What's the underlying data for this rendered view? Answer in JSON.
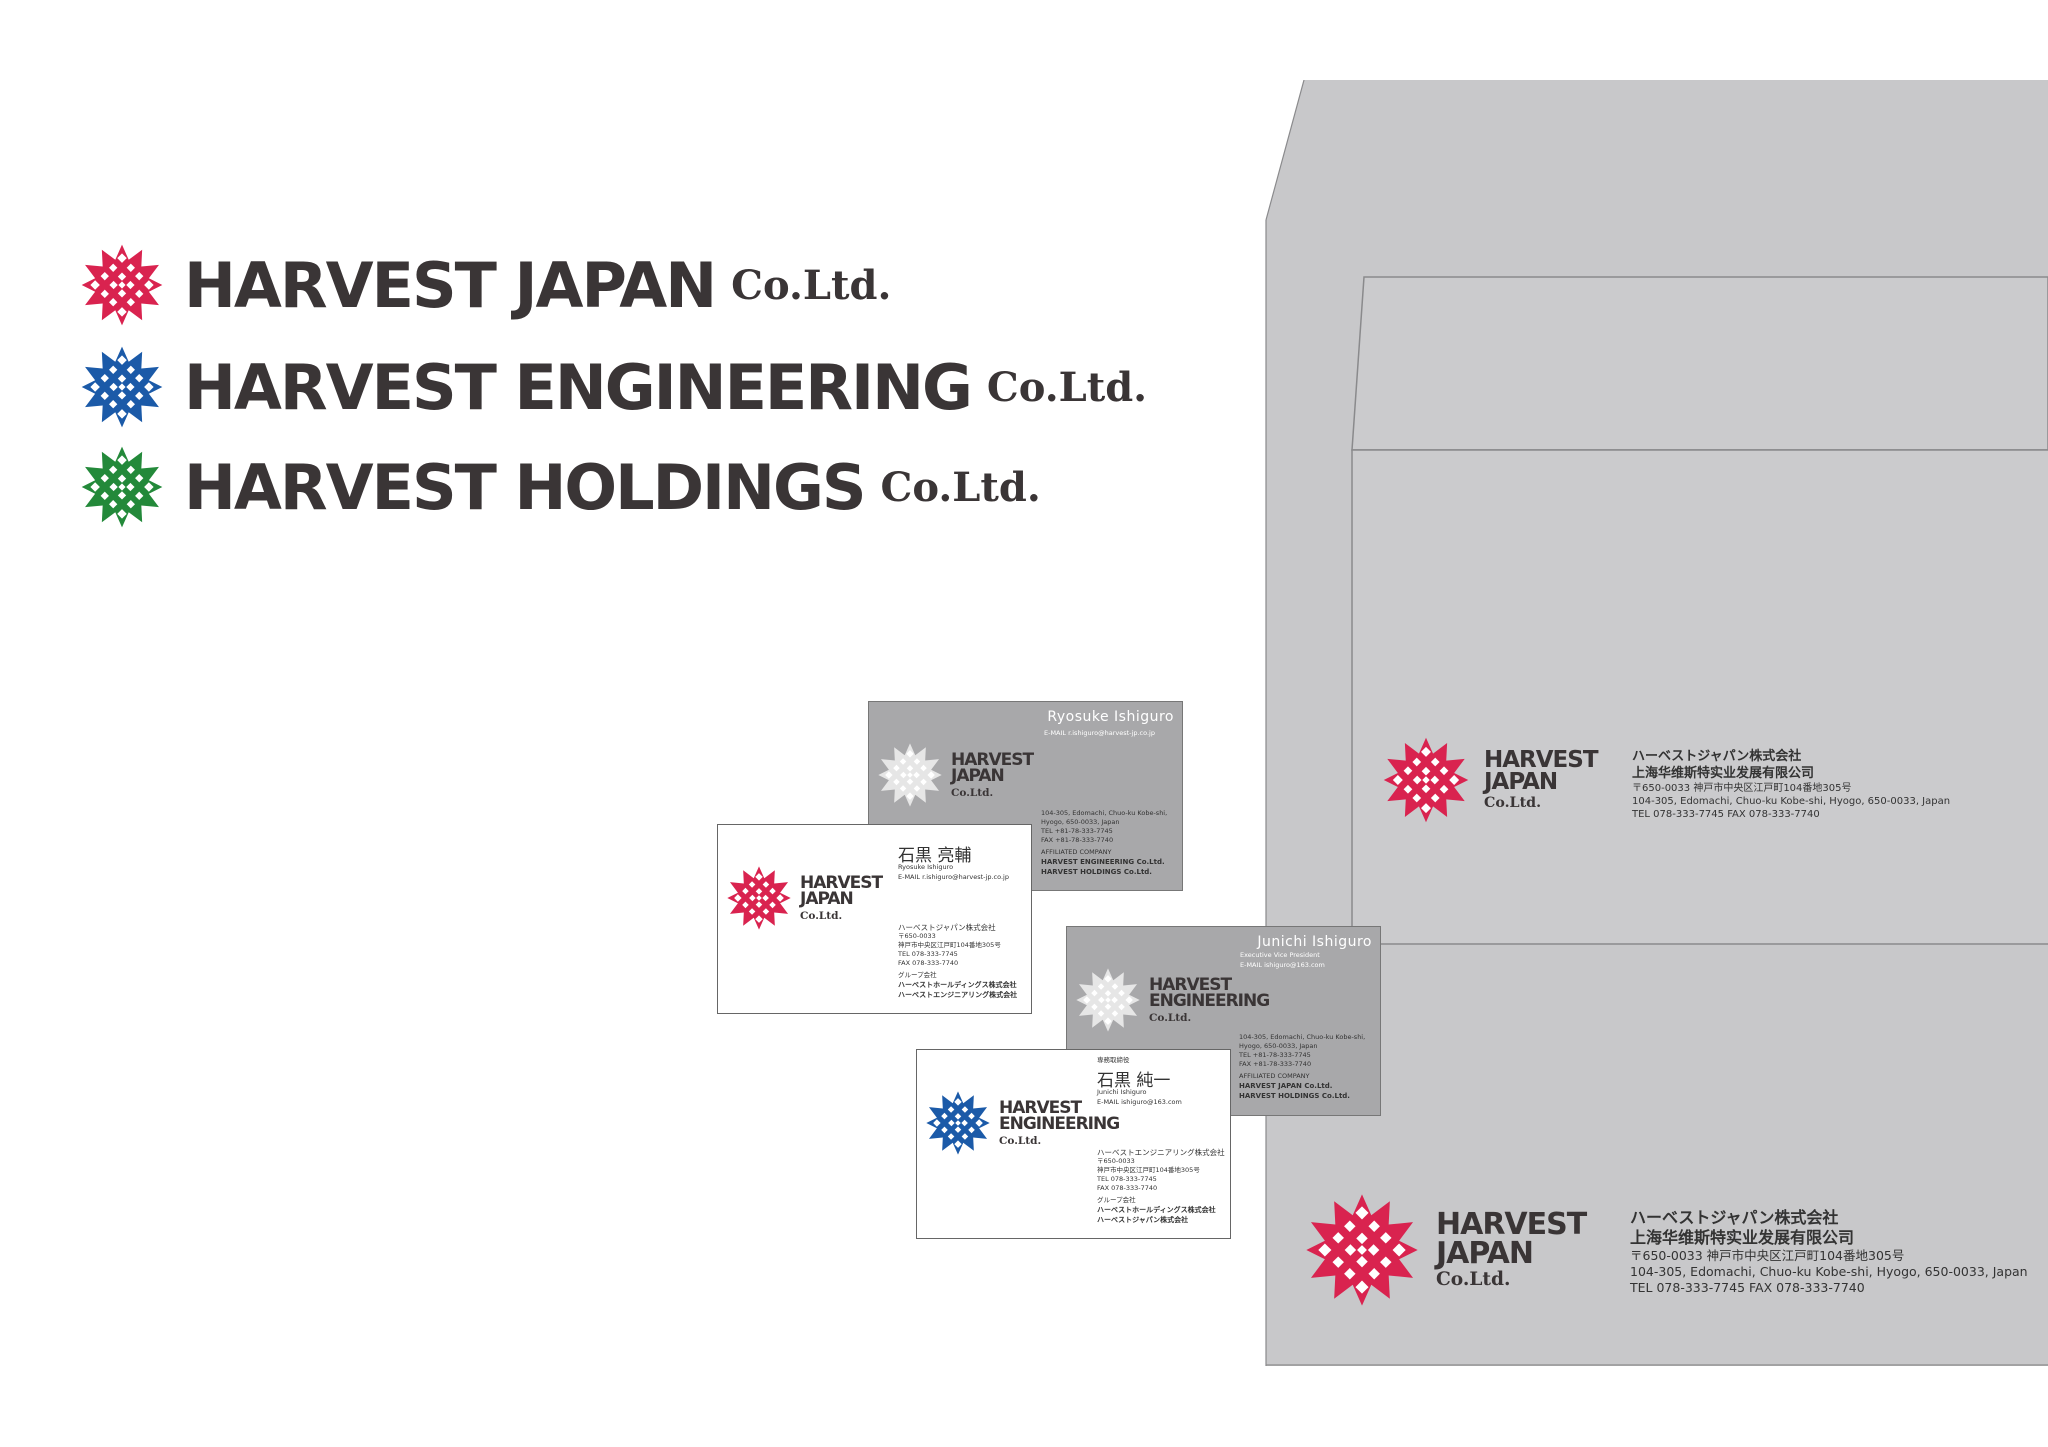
{
  "colors": {
    "red": "#d9234f",
    "blue": "#1b5aa8",
    "green": "#23893a",
    "gray_logo": "#e6e6e6",
    "envelope": "#c8c8ca",
    "card_gray": "#a8a8aa",
    "text": "#3a3536"
  },
  "logos": [
    {
      "icon": "harvest-flower-red-icon",
      "name": "HARVEST JAPAN",
      "suffix": "Co.Ltd."
    },
    {
      "icon": "harvest-flower-blue-icon",
      "name": "HARVEST ENGINEERING",
      "suffix": "Co.Ltd."
    },
    {
      "icon": "harvest-flower-green-icon",
      "name": "HARVEST HOLDINGS",
      "suffix": "Co.Ltd."
    }
  ],
  "envelope": {
    "window_logo": {
      "line1": "HARVEST",
      "line2": "JAPAN",
      "line3": "Co.Ltd."
    },
    "window_address": {
      "jp1": "ハーベストジャパン株式会社",
      "cn1": "上海华维斯特实业发展有限公司",
      "addr_jp": "〒650-0033  神戸市中央区江戸町104番地305号",
      "addr_en": "104-305, Edomachi, Chuo-ku Kobe-shi, Hyogo, 650-0033, Japan",
      "tel": "TEL  078-333-7745    FAX  078-333-7740"
    },
    "front_logo": {
      "line1": "HARVEST",
      "line2": "JAPAN",
      "line3": "Co.Ltd."
    },
    "front_address": {
      "jp1": "ハーベストジャパン株式会社",
      "cn1": "上海华维斯特实业发展有限公司",
      "addr_jp": "〒650-0033  神戸市中央区江戸町104番地305号",
      "addr_en": "104-305, Edomachi, Chuo-ku Kobe-shi, Hyogo, 650-0033, Japan",
      "tel": "TEL  078-333-7745    FAX  078-333-7740"
    }
  },
  "card1_back": {
    "name": "Ryosuke Ishiguro",
    "email": "E-MAIL  r.ishiguro@harvest-jp.co.jp",
    "logo": {
      "line1": "HARVEST",
      "line2": "JAPAN",
      "line3": "Co.Ltd."
    },
    "addr1": "104-305, Edomachi, Chuo-ku Kobe-shi,",
    "addr2": "Hyogo, 650-0033, Japan",
    "tel": "TEL  +81-78-333-7745",
    "fax": "FAX  +81-78-333-7740",
    "affiliated": "AFFILIATED COMPANY",
    "aff1": "HARVEST ENGINEERING Co.Ltd.",
    "aff2": "HARVEST HOLDINGS Co.Ltd."
  },
  "card1_front": {
    "name_jp": "石黒 亮輔",
    "name_romaji": "Ryosuke  Ishiguro",
    "email": "E-MAIL  r.ishiguro@harvest-jp.co.jp",
    "logo": {
      "line1": "HARVEST",
      "line2": "JAPAN",
      "line3": "Co.Ltd."
    },
    "company": "ハーベストジャパン株式会社",
    "zip": "〒650-0033",
    "addr": "神戸市中央区江戸町104番地305号",
    "tel": "TEL  078-333-7745",
    "fax": "FAX  078-333-7740",
    "group": "グループ会社",
    "g1": "ハーベストホールディングス株式会社",
    "g2": "ハーベストエンジニアリング株式会社"
  },
  "card2_back": {
    "name": "Junichi Ishiguro",
    "title": "Executive Vice President",
    "email": "E-MAIL  ishiguro@163.com",
    "logo": {
      "line1": "HARVEST",
      "line2": "ENGINEERING",
      "line3": "Co.Ltd."
    },
    "addr1": "104-305, Edomachi, Chuo-ku Kobe-shi,",
    "addr2": "Hyogo, 650-0033, Japan",
    "tel": "TEL  +81-78-333-7745",
    "fax": "FAX  +81-78-333-7740",
    "affiliated": "AFFILIATED COMPANY",
    "aff1": "HARVEST JAPAN Co.Ltd.",
    "aff2": "HARVEST HOLDINGS Co.Ltd."
  },
  "card2_front": {
    "title_jp": "専務取締役",
    "name_jp": "石黒 純一",
    "name_romaji": "Junichi  Ishiguro",
    "email": "E-MAIL  ishiguro@163.com",
    "logo": {
      "line1": "HARVEST",
      "line2": "ENGINEERING",
      "line3": "Co.Ltd."
    },
    "company": "ハーベストエンジニアリング株式会社",
    "zip": "〒650-0033",
    "addr": "神戸市中央区江戸町104番地305号",
    "tel": "TEL  078-333-7745",
    "fax": "FAX  078-333-7740",
    "group": "グループ会社",
    "g1": "ハーベストホールディングス株式会社",
    "g2": "ハーベストジャパン株式会社"
  }
}
